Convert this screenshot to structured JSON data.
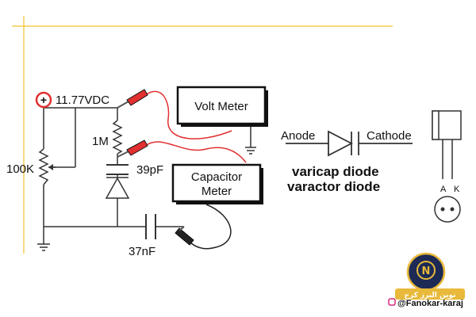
{
  "colors": {
    "frame_line": "#f2c230",
    "wire": "#333333",
    "probe_wire": "#e23030",
    "plus_symbol": "#e23030",
    "badge_navy": "#1d2a55",
    "badge_gold": "#e8b93a",
    "insta_pink": "#d6287a"
  },
  "circuit": {
    "supply_label": "11.77VDC",
    "supply_symbol": "+",
    "pot_label": "100K",
    "resistor_label": "1M",
    "varicap_cap_label": "39pF",
    "coupling_cap_label": "37nF",
    "volt_meter": {
      "line1": "Volt Meter"
    },
    "capacitor_meter": {
      "line1": "Capacitor",
      "line2": "Meter"
    }
  },
  "diode_symbol": {
    "anode_label": "Anode",
    "cathode_label": "Cathode",
    "title_line1": "varicap diode",
    "title_line2": "varactor diode"
  },
  "package": {
    "pin_a": "A",
    "pin_k": "K"
  },
  "watermark": {
    "badge_text": "نوین البرز کرج",
    "handle": "@Fanokar-karaj",
    "icons": [
      "instagram-icon",
      "gear-logo-icon"
    ]
  }
}
